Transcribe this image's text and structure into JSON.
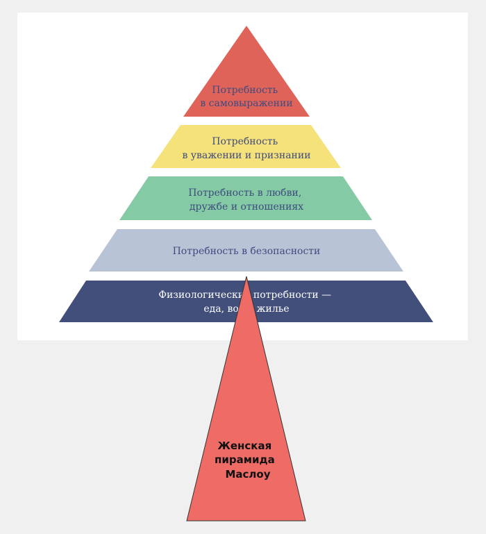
{
  "background": "#f0f0f0",
  "pyramid": {
    "levels": [
      {
        "id": "self-actualization",
        "lines": [
          "Потребность",
          "в самовыражении"
        ],
        "fill": "#e0635a",
        "text_color": "#3f4b7e"
      },
      {
        "id": "esteem",
        "lines": [
          "Потребность",
          "в уважении и признании"
        ],
        "fill": "#f6e27a",
        "text_color": "#3f4b7e"
      },
      {
        "id": "love",
        "lines": [
          "Потребность в любви,",
          "дружбе и отношениях"
        ],
        "fill": "#84caa4",
        "text_color": "#3f4b7e"
      },
      {
        "id": "safety",
        "lines": [
          "Потребность в безопасности"
        ],
        "fill": "#b9c3d6",
        "text_color": "#3f4b7e"
      },
      {
        "id": "physiological",
        "lines": [
          "Физиологические потребности —",
          "еда, вода, жилье"
        ],
        "fill": "#434f7b",
        "text_color": "#ffffff"
      }
    ]
  },
  "overlay": {
    "lines": [
      "Женская",
      "пирамида",
      "Маслоу"
    ],
    "fill": "#ef6b66",
    "stroke": "#333333",
    "text_color": "#111111"
  }
}
